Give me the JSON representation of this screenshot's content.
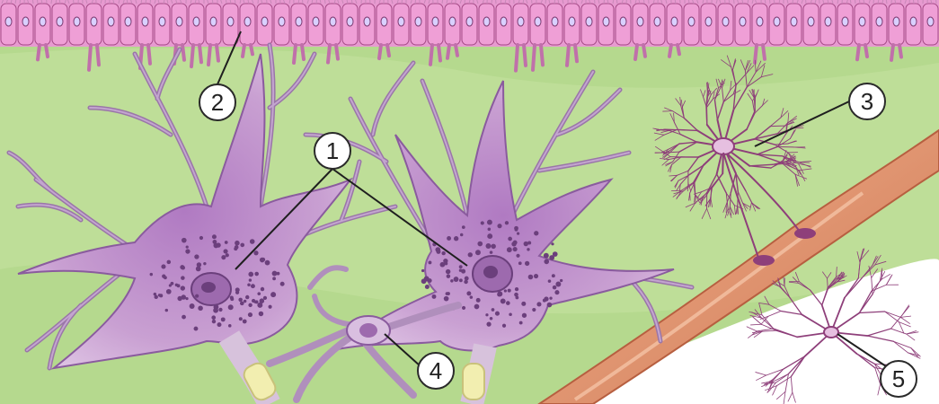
{
  "colors": {
    "tissue_background": "#b5d98e",
    "tissue_background_light": "#cfe7ae",
    "ependymal_layer": "#e79ad0",
    "ependymal_outline": "#a54a86",
    "neuron_body": "#c9a0d2",
    "neuron_dark": "#7d4a8e",
    "neuron_outline": "#8a5b9e",
    "blood_vessel": "#e9a07a",
    "blood_vessel_dark": "#c36a4c",
    "myelin_sheath": "#f2eeb0",
    "callout_fill": "#ffffff",
    "callout_stroke": "#2a2a2a"
  },
  "callouts": [
    {
      "id": "1",
      "label": "1"
    },
    {
      "id": "2",
      "label": "2"
    },
    {
      "id": "3",
      "label": "3"
    },
    {
      "id": "4",
      "label": "4"
    },
    {
      "id": "5",
      "label": "5"
    }
  ]
}
